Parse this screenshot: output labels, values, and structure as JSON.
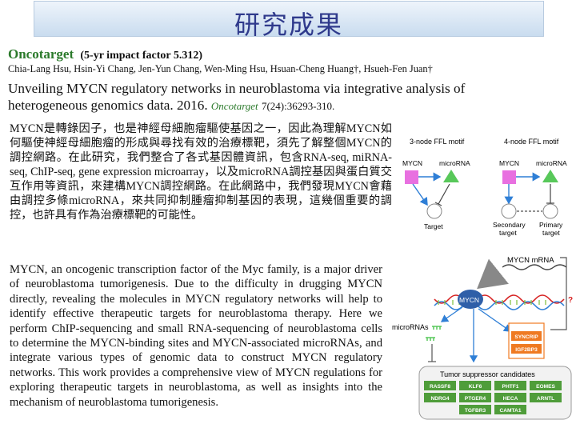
{
  "slide": {
    "title": "研究成果",
    "journal_name": "Oncotarget",
    "impact_factor": "(5-yr impact factor 5.312)",
    "authors": "Chia-Lang Hsu, Hsin-Yi Chang, Jen-Yun Chang, Wen-Ming Hsu, Hsuan-Cheng Huang†, Hsueh-Fen Juan†",
    "paper_title": "Unveiling MYCN regulatory networks in neuroblastoma via integrative analysis of heterogeneous genomics data. 2016.",
    "citation_journal": "Oncotarget",
    "citation_rest": "7(24):36293-310.",
    "chinese_summary": "MYCN是轉錄因子，也是神經母細胞瘤驅使基因之一，因此為理解MYCN如何驅使神經母細胞瘤的形成與尋找有效的治療標靶，須先了解整個MYCN的調控網路。在此研究，我們整合了各式基因體資訊，包含RNA-seq, miRNA-seq, ChIP-seq, gene expression microarray，以及microRNA調控基因與蛋白質交互作用等資訊，來建構MYCN調控網路。在此網路中，我們發現MYCN會藉由調控多條microRNA，來共同抑制腫瘤抑制基因的表現，這幾個重要的調控，也許具有作為治療標靶的可能性。",
    "english_summary": "MYCN, an oncogenic transcription factor of the Myc family, is a major driver of neuroblastoma tumorigenesis. Due to the difficulty in drugging MYCN directly, revealing the molecules in MYCN regulatory networks will help to identify effective therapeutic targets for neuroblastoma therapy. Here we perform ChIP-sequencing and small RNA-sequencing of neuroblastoma cells to determine the MYCN-binding sites and MYCN-associated microRNAs, and integrate various types of genomic data to construct MYCN regulatory networks. This work provides a comprehensive view of MYCN regulations for exploring therapeutic targets in neuroblastoma, as well as insights into the mechanism of neuroblastoma tumorigenesis."
  },
  "motif_figure": {
    "three_node_title": "3-node FFL motif",
    "four_node_title": "4-node FFL motif",
    "mycn_label": "MYCN",
    "microrna_label": "microRNA",
    "target_label": "Target",
    "secondary_target_line1": "Secondary",
    "secondary_target_line2": "target",
    "primary_target_line1": "Primary",
    "primary_target_line2": "target",
    "colors": {
      "mycn": "#e870e0",
      "microrna": "#58c85a",
      "target": "#ffffff",
      "tf_arrow": "#2f7fd6"
    }
  },
  "network_figure": {
    "mycn_mrna_label": "MYCN mRNA",
    "mycn_protein_label": "MYCN",
    "micrornas_label": "microRNAs",
    "question_mark": "?",
    "rbp_genes": [
      "SYNCRIP",
      "IGF2BP3"
    ],
    "tumor_suppressor_title": "Tumor suppressor candidates",
    "tumor_suppressor_genes": [
      "RASSF8",
      "KLF6",
      "PHTF1",
      "EOMES",
      "NDRG4",
      "PTGER4",
      "HECA",
      "ARNTL",
      "TGFBR3",
      "CAMTA1"
    ],
    "colors": {
      "mycn_protein": "#2f5fa8",
      "gene_box": "#4f9d3a",
      "rbp_box": "#ef7a22",
      "arrow_blue": "#2f7fd6",
      "red": "#d62020"
    }
  }
}
